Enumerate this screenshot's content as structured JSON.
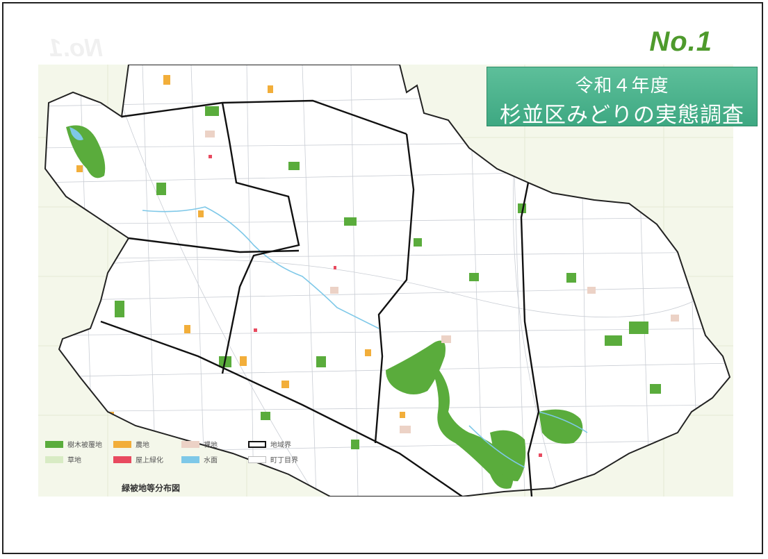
{
  "page_number": "No.1",
  "title": {
    "line1": "令和４年度",
    "line2": "杉並区みどりの実態調査"
  },
  "map_caption": "緑被地等分布図",
  "legend": [
    {
      "label": "樹木被覆地",
      "color": "#5aac3c",
      "type": "fill"
    },
    {
      "label": "草地",
      "color": "#d8ebc4",
      "type": "fill"
    },
    {
      "label": "農地",
      "color": "#f2ae3a",
      "type": "fill"
    },
    {
      "label": "屋上緑化",
      "color": "#e84a5f",
      "type": "fill"
    },
    {
      "label": "裸地",
      "color": "#ecd2c6",
      "type": "fill"
    },
    {
      "label": "水面",
      "color": "#7ec8e8",
      "type": "fill"
    },
    {
      "label": "地域界",
      "color": "#111111",
      "type": "outline"
    },
    {
      "label": "町丁目界",
      "color": "#bbbbbb",
      "type": "outline"
    }
  ],
  "colors": {
    "accent_green": "#4e9a2c",
    "title_bg": "#4db38c",
    "tree_cover": "#5aac3c",
    "farmland": "#f2ae3a",
    "water": "#7ec8e8",
    "bare_ground": "#ecd2c6",
    "rooftop": "#e84a5f"
  }
}
